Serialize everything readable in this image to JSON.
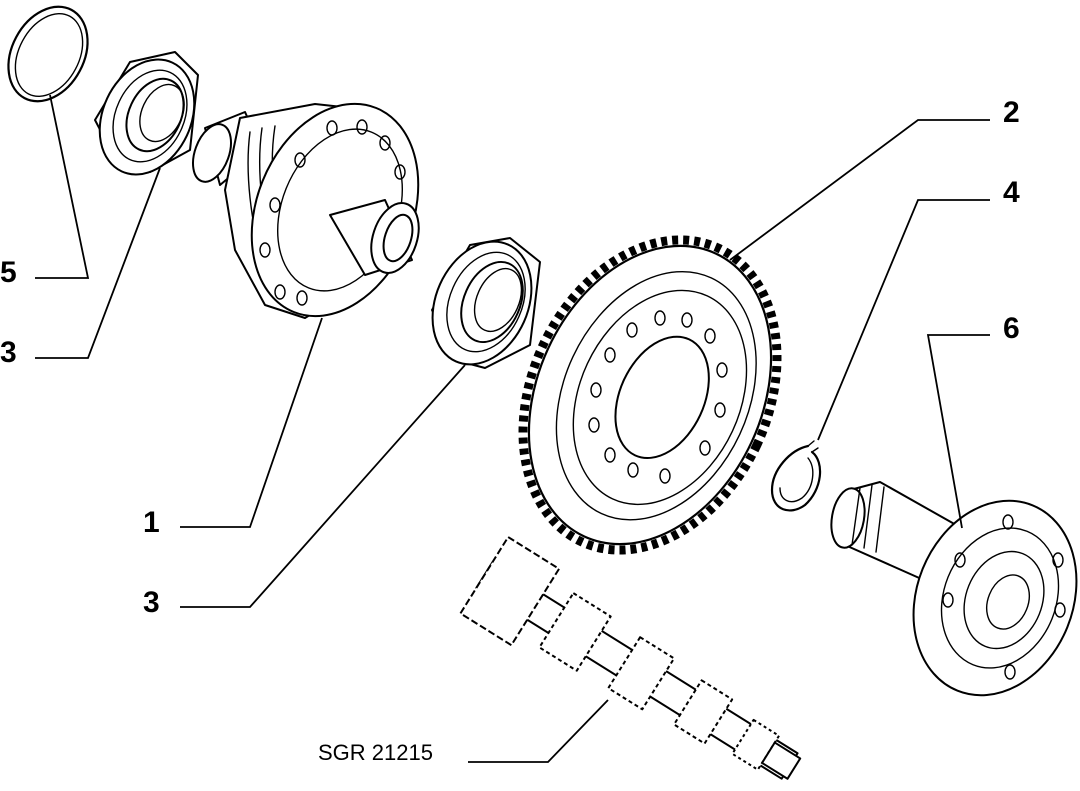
{
  "callouts": {
    "c1": "1",
    "c2": "2",
    "c3a": "3",
    "c3b": "3",
    "c4": "4",
    "c5": "5",
    "c6": "6"
  },
  "reference_code": "SGR 21215"
}
